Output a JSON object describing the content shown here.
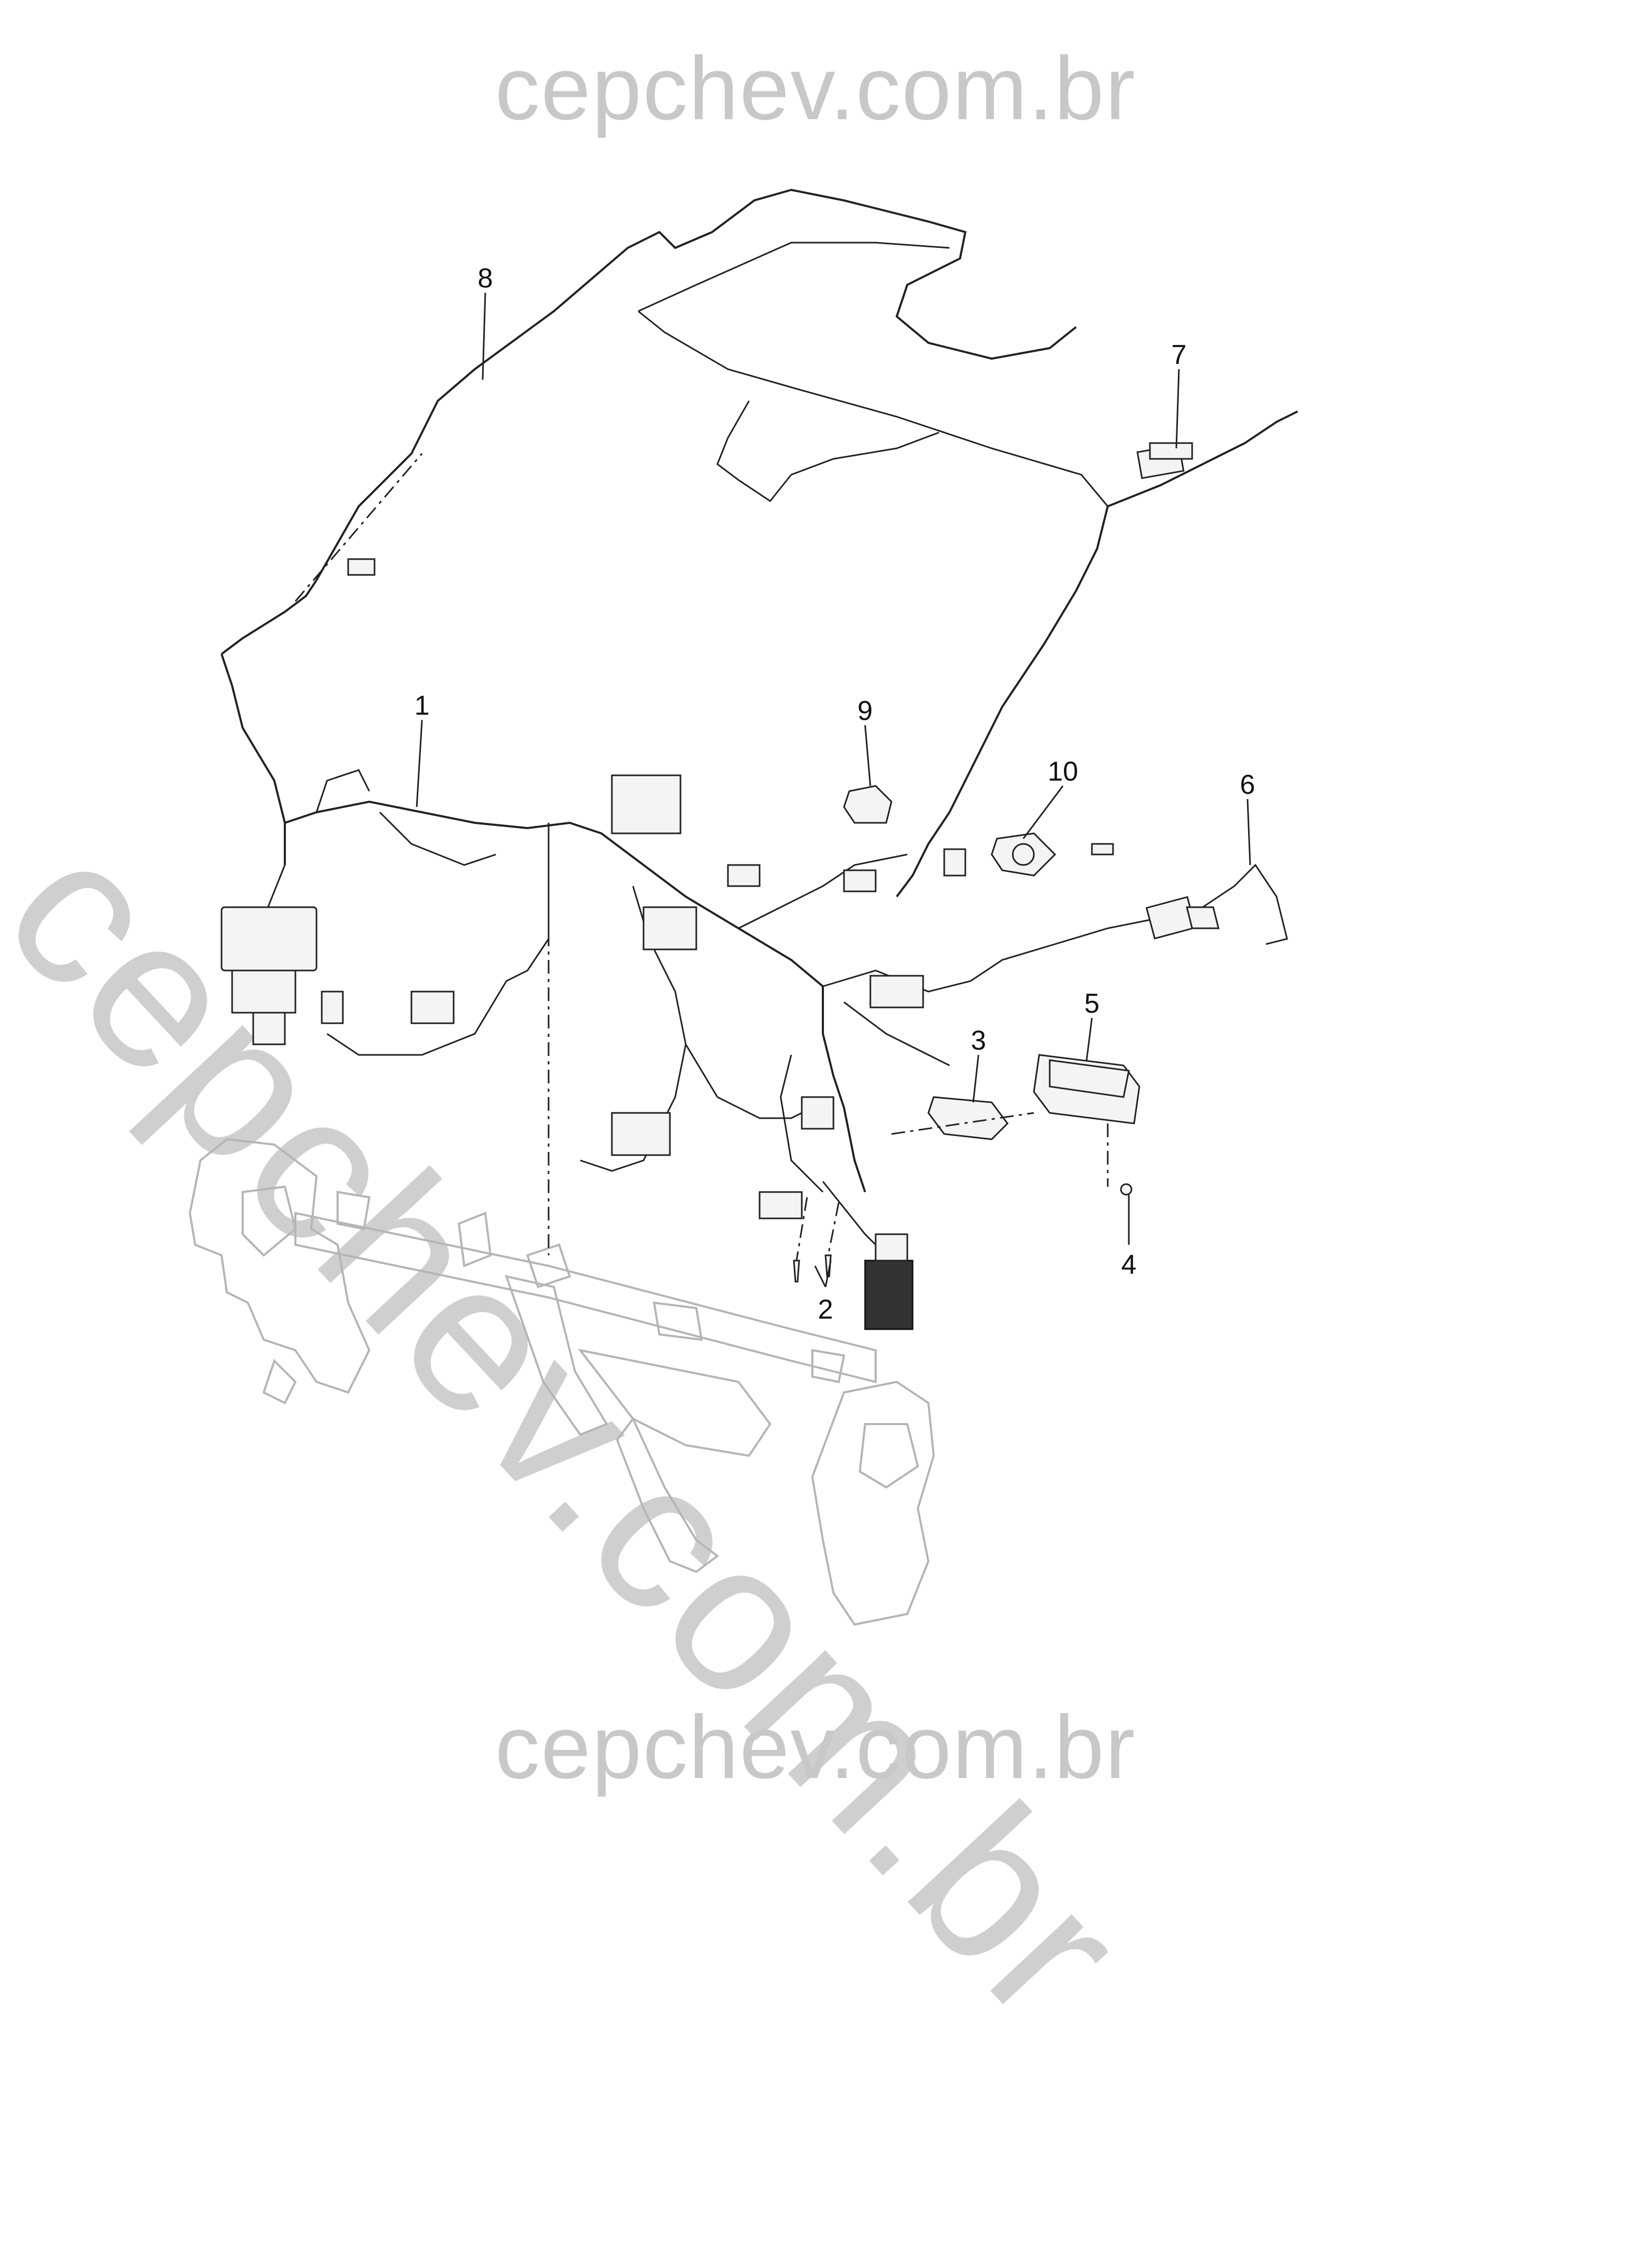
{
  "watermark": {
    "top": "cepchev.com.br",
    "bottom": "cepchev.com.br",
    "diagonal": "cepchev.com.br"
  },
  "callouts": [
    "1",
    "2",
    "3",
    "4",
    "5",
    "6",
    "7",
    "8",
    "9",
    "10"
  ]
}
